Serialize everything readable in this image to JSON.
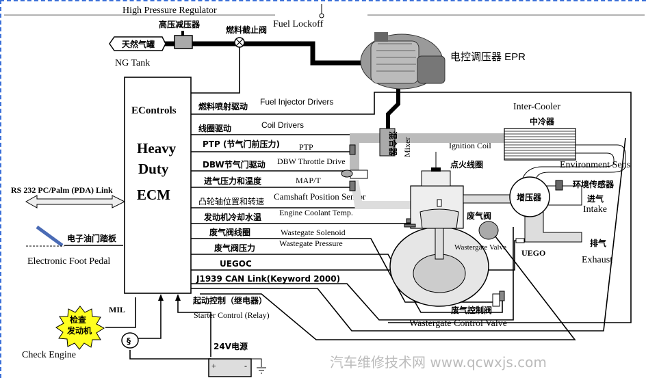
{
  "top": {
    "high_pressure_regulator": "High Pressure Regulator",
    "fuel_lockoff": "Fuel Lockoff",
    "regulator_cn": "高压减压器",
    "lockoff_cn": "燃料截止阀",
    "ng_tank_cn": "天然气罐",
    "ng_tank": "NG Tank",
    "epr": "电控调压器 EPR"
  },
  "ecm": {
    "brand": "EControls",
    "line1": "Heavy",
    "line2": "Duty",
    "line3": "ECM"
  },
  "signals": [
    {
      "cn": "燃料喷射驱动",
      "en": "Fuel  Injector  Drivers"
    },
    {
      "cn": "线圈驱动",
      "en": "Coil Drivers"
    },
    {
      "cn": "PTP (节气门前压力)",
      "en": "PTP"
    },
    {
      "cn": "DBW节气门驱动",
      "en": "DBW Throttle Drive"
    },
    {
      "cn": "进气压力和温度",
      "en": "MAP/T"
    },
    {
      "cn": "凸轮轴位置和转速",
      "en": "Camshaft Position Sensor"
    },
    {
      "cn": "发动机冷却水温",
      "en": "Engine Coolant Temp."
    },
    {
      "cn": "废气阀线圈",
      "en": "Wastegate  Solenoid"
    },
    {
      "cn": "废气阀压力",
      "en": "Wastegate Pressure"
    },
    {
      "cn": "UEGOC",
      "en": ""
    },
    {
      "cn": "J1939 CAN Link(Keyword 2000)",
      "en": ""
    },
    {
      "cn": "起动控制（继电器）",
      "en": "Starter Control (Relay)"
    }
  ],
  "left": {
    "rs232": "RS 232 PC/Palm (PDA) Link",
    "pedal_cn": "电子油门踏板",
    "pedal": "Electronic Foot Pedal",
    "mil": "MIL",
    "check_cn1": "检查",
    "check_cn2": "发动机",
    "check": "Check Engine",
    "power": "24V电源",
    "plus": "+",
    "minus": "-"
  },
  "engine": {
    "mixer_cn": "混合器",
    "mixer": "Mixer",
    "ignition_coil": "Ignition Coil",
    "ignition_coil_cn": "点火线圈",
    "intercooler": "Inter-Cooler",
    "intercooler_cn": "中冷器",
    "env_sensor": "Environment Sens",
    "env_sensor_cn": "环境传感器",
    "turbo_cn": "增压器",
    "intake_cn": "进气",
    "intake": "Intake",
    "exhaust_cn": "排气",
    "exhaust": "Exhaust",
    "wastegate_cn": "废气阀",
    "wastegate_valve": "Wastergate  Valve",
    "uego": "UEGO",
    "wg_control_cn": "废气控制阀",
    "wg_control": "Wastergate Control Valve"
  },
  "watermark": "汽车维修技术网  www.qcwxjs.com"
}
